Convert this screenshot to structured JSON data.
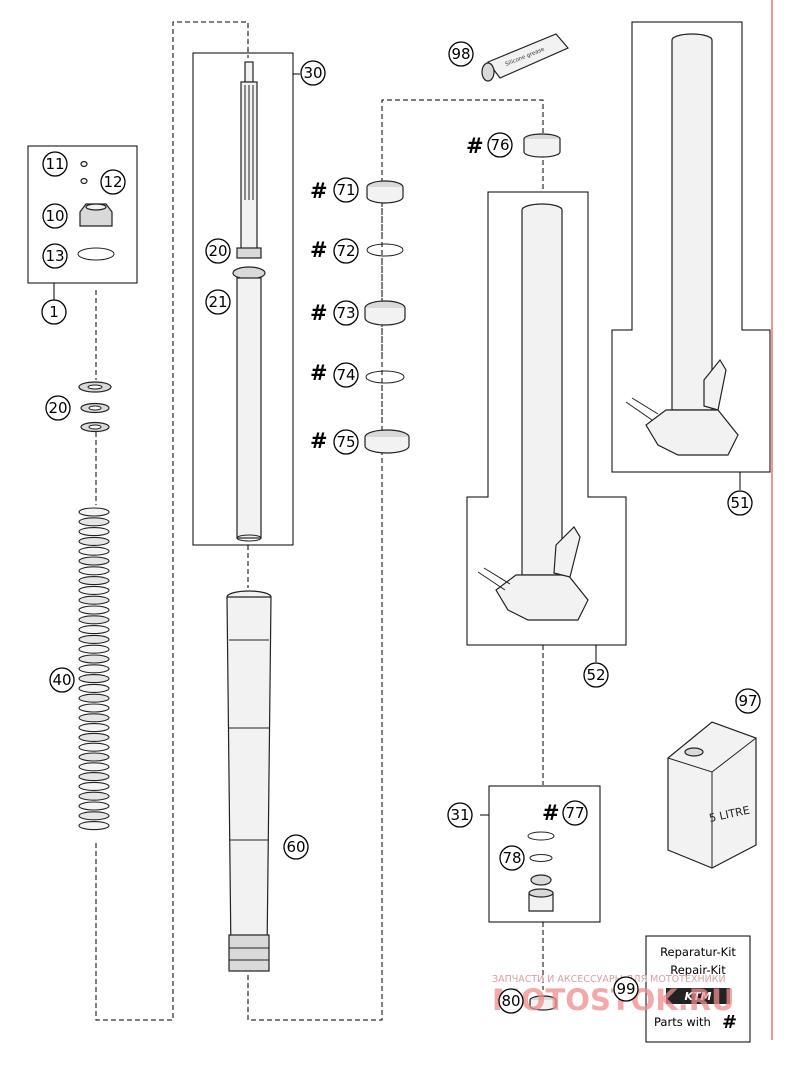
{
  "diagram": {
    "callouts": {
      "c1": "1",
      "c10": "10",
      "c11": "11",
      "c12": "12",
      "c13": "13",
      "c20a": "20",
      "c20b": "20",
      "c21": "21",
      "c30": "30",
      "c31": "31",
      "c40": "40",
      "c51": "51",
      "c52": "52",
      "c60": "60",
      "c71": "71",
      "c72": "72",
      "c73": "73",
      "c74": "74",
      "c75": "75",
      "c76": "76",
      "c77": "77",
      "c78": "78",
      "c80": "80",
      "c97": "97",
      "c98": "98",
      "c99": "99"
    },
    "hash_symbol": "#",
    "grease_tube_label": "Silicone grease",
    "oil_can_label": "5 LITRE",
    "repair_kit": {
      "line1": "Reparatur-Kit",
      "line2": "Repair-Kit",
      "line3": "Parts with",
      "hash": "#",
      "logo": "KTM"
    },
    "watermark": {
      "small": "ЗАПЧАСТИ И АКСЕССУАРЫ ДЛЯ МОТОТЕХНИКИ",
      "big": "MOTOSTOK.RU"
    },
    "colors": {
      "watermark": "#ef8d8d",
      "margin_line": "#e05050"
    }
  }
}
